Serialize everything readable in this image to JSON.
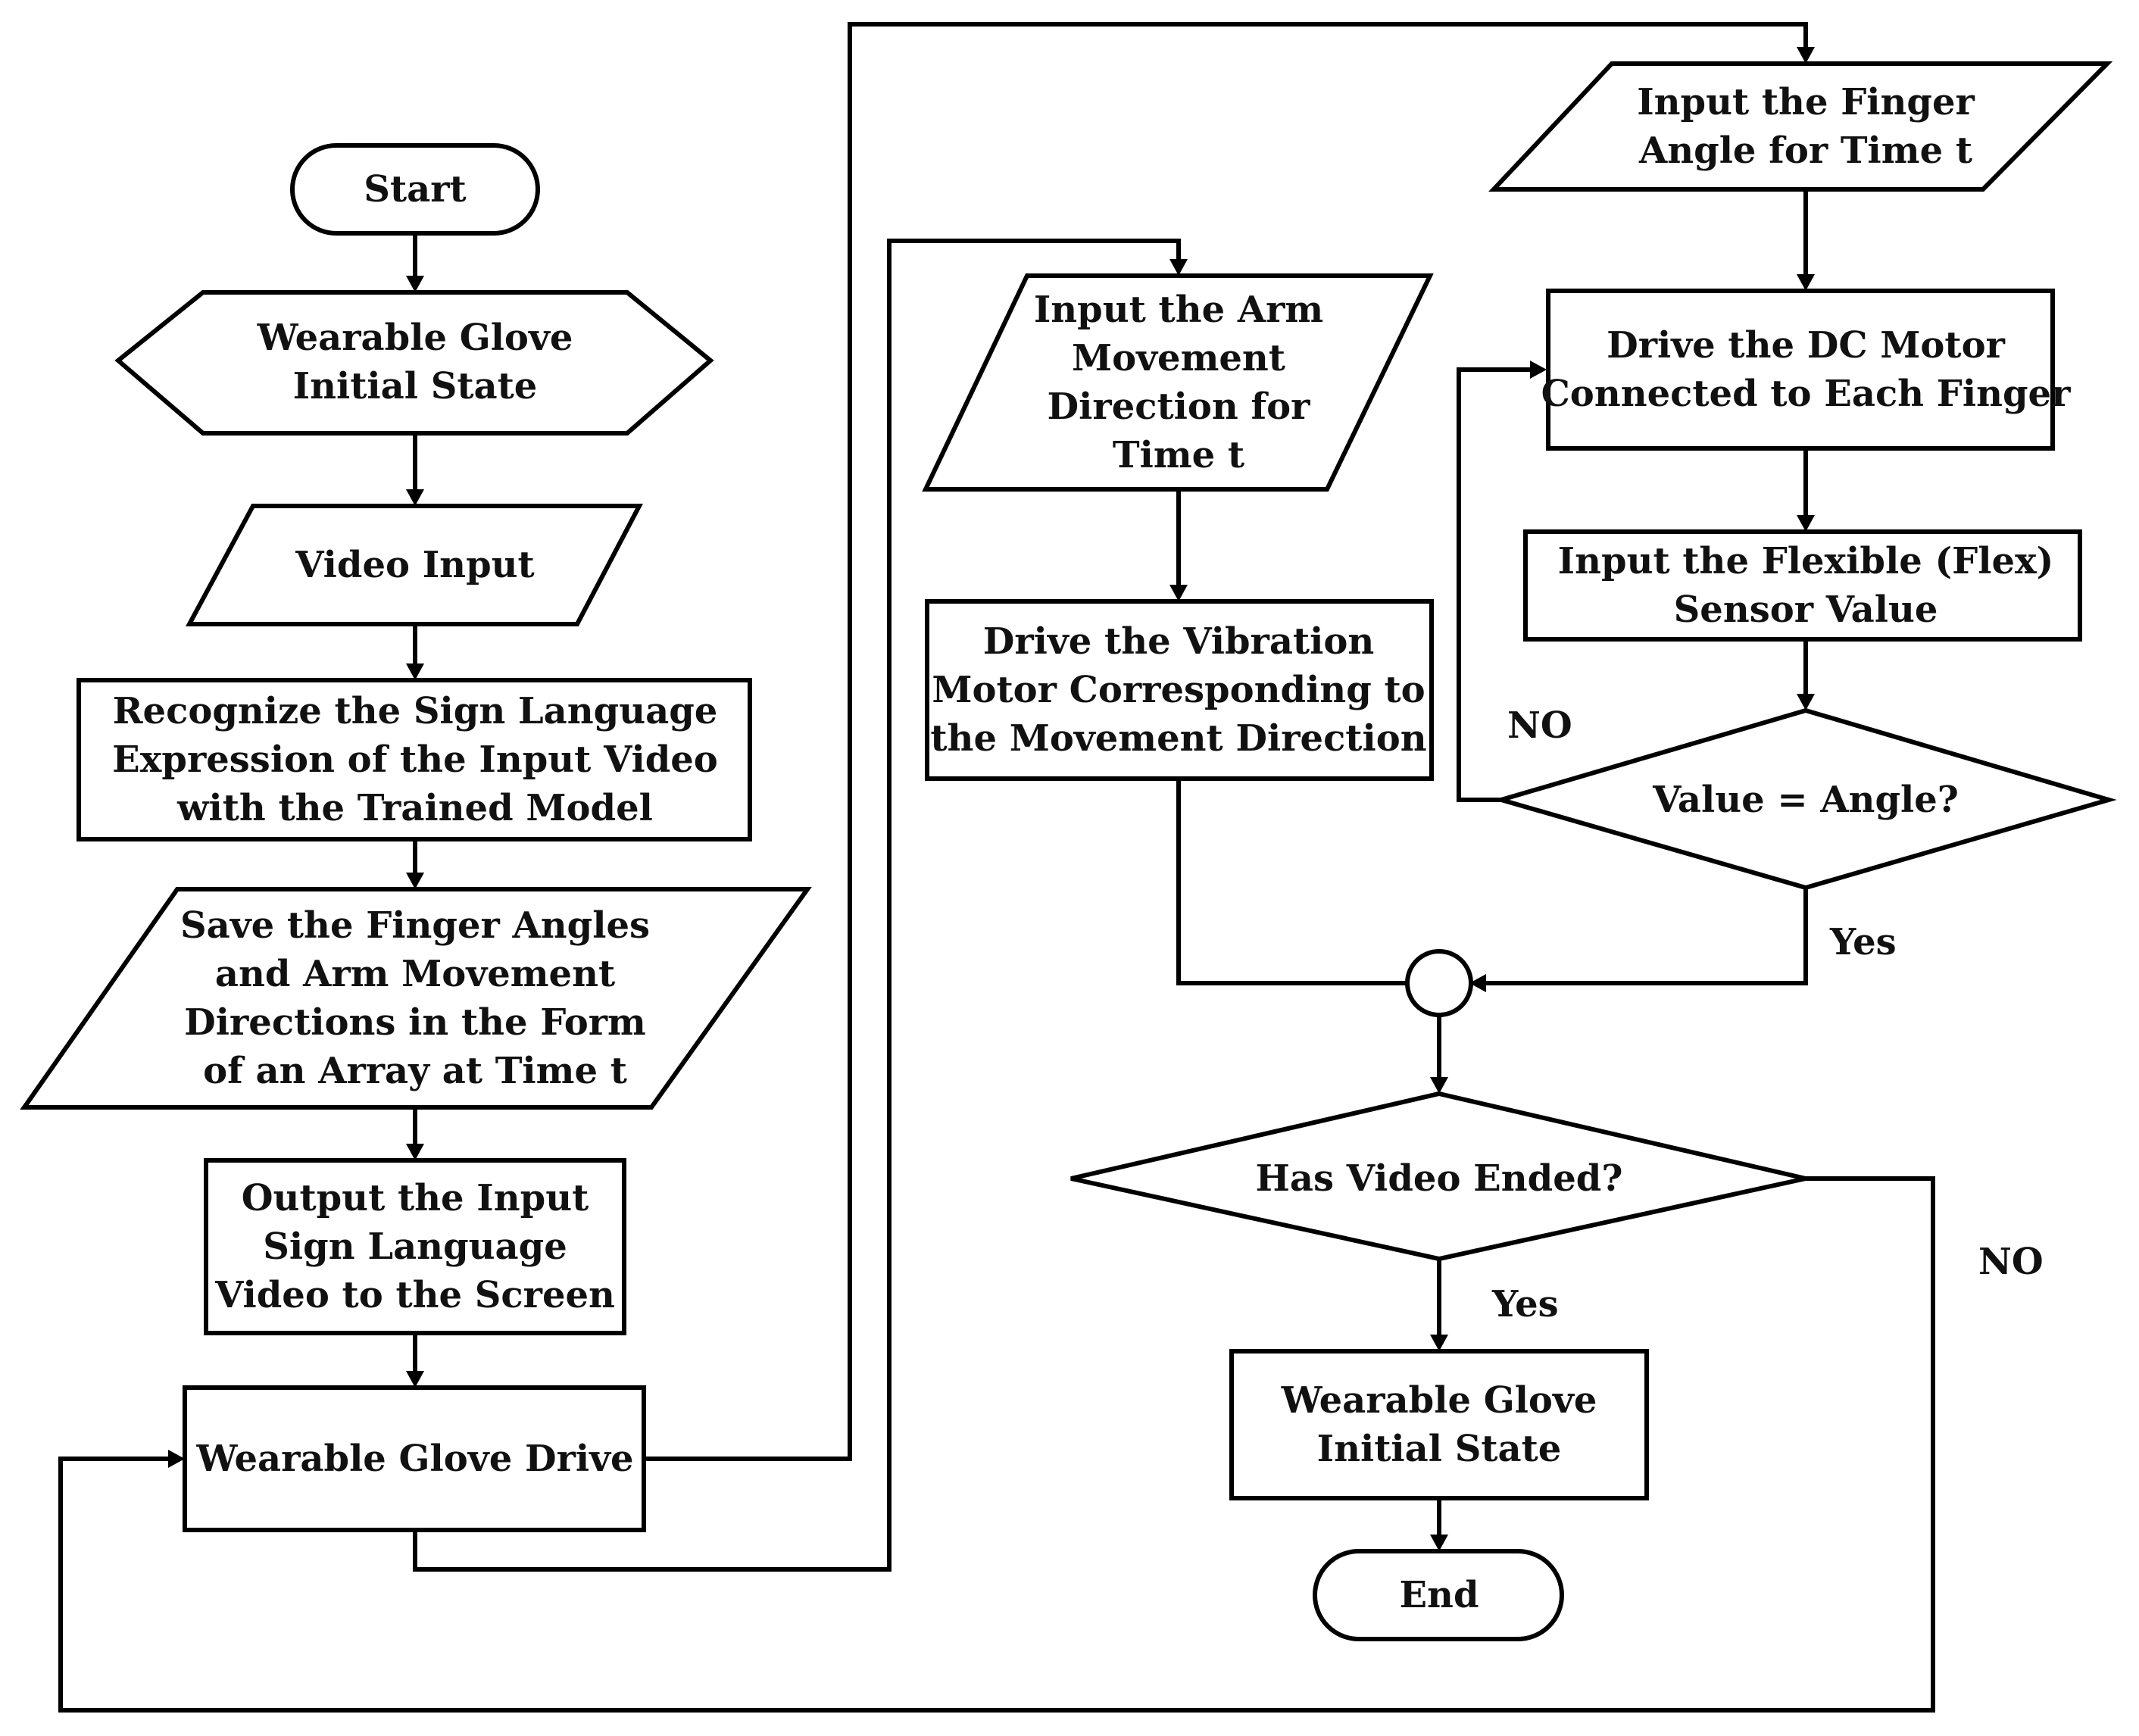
{
  "nodes": {
    "start": {
      "shape": "terminator",
      "lines": [
        "Start"
      ]
    },
    "glove_initial": {
      "shape": "preparation",
      "lines": [
        "Wearable Glove",
        "Initial State"
      ]
    },
    "video_input": {
      "shape": "io",
      "lines": [
        "Video Input"
      ]
    },
    "recognize": {
      "shape": "process",
      "lines": [
        "Recognize the Sign Language",
        "Expression of the Input Video",
        "with the Trained Model"
      ]
    },
    "save": {
      "shape": "io",
      "lines": [
        "Save the Finger Angles",
        "and Arm Movement",
        "Directions in the Form",
        "of an Array at Time t"
      ]
    },
    "output_video": {
      "shape": "process",
      "lines": [
        "Output the Input",
        "Sign Language",
        "Video to the Screen"
      ]
    },
    "glove_drive": {
      "shape": "process",
      "lines": [
        "Wearable Glove Drive"
      ]
    },
    "input_arm": {
      "shape": "io",
      "lines": [
        "Input the Arm",
        "Movement",
        "Direction for",
        "Time t"
      ]
    },
    "drive_vibration": {
      "shape": "process",
      "lines": [
        "Drive the Vibration",
        "Motor Corresponding to",
        "the Movement Direction"
      ]
    },
    "input_finger": {
      "shape": "io",
      "lines": [
        "Input the Finger",
        "Angle for Time t"
      ]
    },
    "drive_dc": {
      "shape": "process",
      "lines": [
        "Drive the DC Motor",
        "Connected to Each Finger"
      ]
    },
    "input_flex": {
      "shape": "process",
      "lines": [
        "Input the Flexible (Flex)",
        "Sensor Value"
      ]
    },
    "value_angle": {
      "shape": "decision",
      "lines": [
        "Value = Angle?"
      ]
    },
    "has_video_ended": {
      "shape": "decision",
      "lines": [
        "Has Video Ended?"
      ]
    },
    "glove_initial_end": {
      "shape": "process",
      "lines": [
        "Wearable Glove",
        "Initial State"
      ]
    },
    "end": {
      "shape": "terminator",
      "lines": [
        "End"
      ]
    }
  },
  "branch_labels": {
    "value_angle_no": "NO",
    "value_angle_yes": "Yes",
    "video_ended_yes": "Yes",
    "video_ended_no": "NO"
  }
}
